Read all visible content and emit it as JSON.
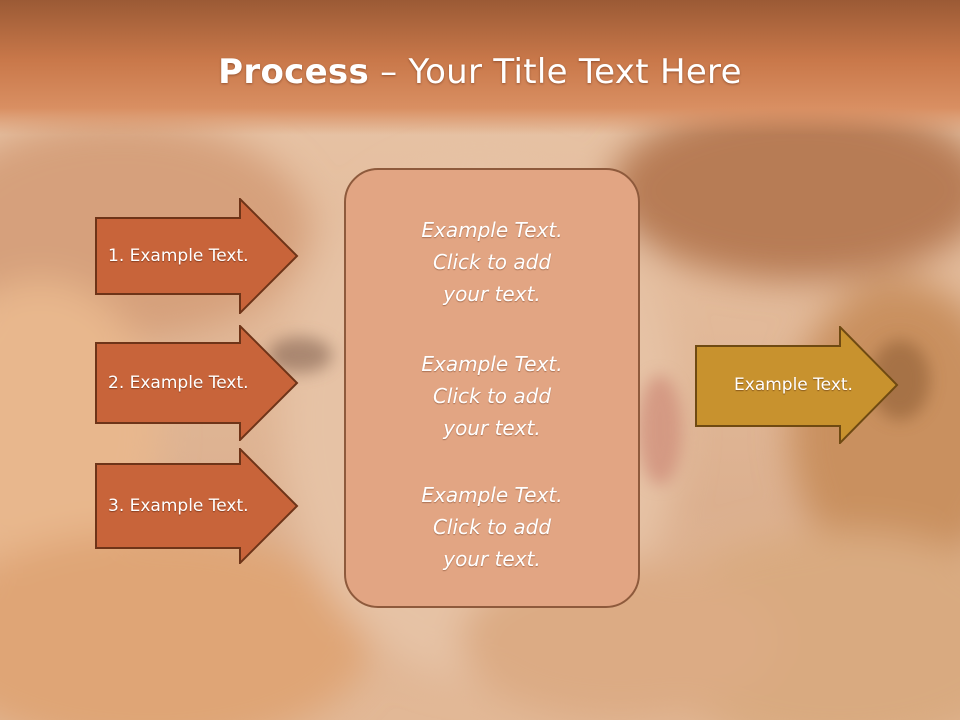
{
  "title": {
    "bold": "Process",
    "rest": " – Your Title Text Here"
  },
  "steps": [
    {
      "label": "1. Example Text."
    },
    {
      "label": "2. Example Text."
    },
    {
      "label": "3. Example Text."
    }
  ],
  "center_box": {
    "blocks": [
      {
        "line1": "Example Text.",
        "line2": "Click  to add",
        "line3": "your text."
      },
      {
        "line1": "Example Text.",
        "line2": "Click  to add",
        "line3": "your text."
      },
      {
        "line1": "Example Text.",
        "line2": "Click  to add",
        "line3": "your text."
      }
    ]
  },
  "result_arrow": {
    "label": "Example Text."
  },
  "colors": {
    "step_arrow_fill": "#c8643a",
    "step_arrow_border": "#6e3418",
    "result_arrow_fill": "#c8922e",
    "result_arrow_border": "#6f4a12",
    "center_box_fill": "#e2a583",
    "title_band": "#c9784a"
  }
}
